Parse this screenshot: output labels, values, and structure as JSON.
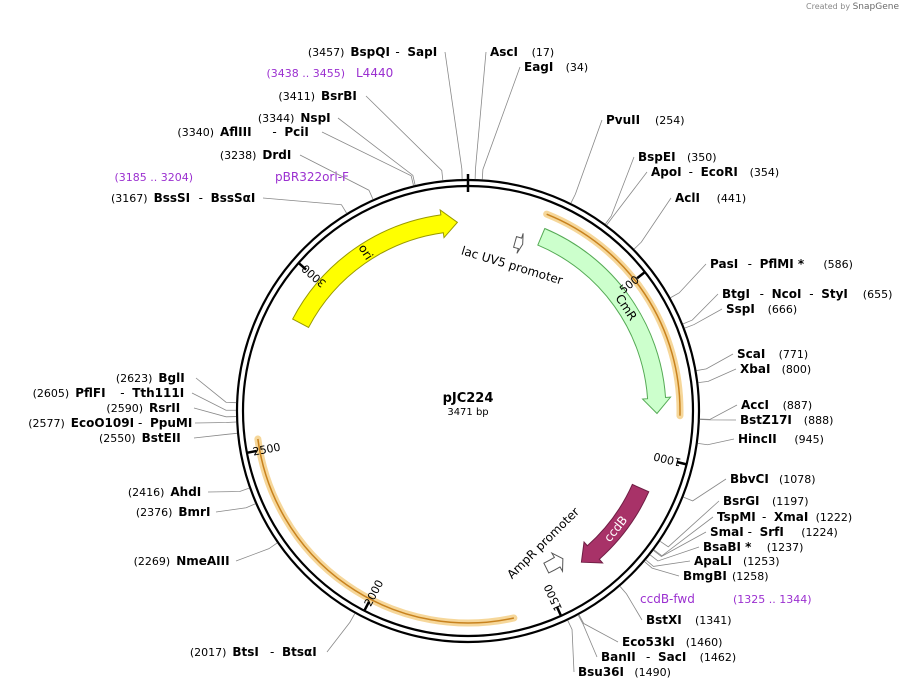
{
  "credit": {
    "prefix": "Created by",
    "brand": "SnapGene"
  },
  "plasmid": {
    "name": "pJC224",
    "length_label": "3471 bp",
    "length_bp": 3471
  },
  "ticks": [
    {
      "bp": 500,
      "label": "500"
    },
    {
      "bp": 1000,
      "label": "1000"
    },
    {
      "bp": 1500,
      "label": "1500"
    },
    {
      "bp": 2000,
      "label": "2000"
    },
    {
      "bp": 2500,
      "label": "2500"
    },
    {
      "bp": 3000,
      "label": "3000"
    }
  ],
  "features": [
    {
      "name": "CmR",
      "start": 220,
      "end": 875,
      "direction": "cw",
      "color": "#ccffcc",
      "stroke": "#55aa55",
      "label": "CmR"
    },
    {
      "name": "ccdB",
      "start": 1100,
      "end": 1380,
      "direction": "cw",
      "color": "#a83268",
      "stroke": "#6f1e44",
      "label": "ccdB"
    },
    {
      "name": "ori",
      "start": 2870,
      "end": 3440,
      "direction": "cw",
      "color": "#ffff00",
      "stroke": "#999900",
      "label": "ori"
    },
    {
      "name": "AmpR promoter",
      "start": 1420,
      "end": 1480,
      "direction": "ccw",
      "color": "#ffffff",
      "stroke": "#555555",
      "label": "AmpR promoter"
    },
    {
      "name": "lac UV5 promoter",
      "start": 150,
      "end": 175,
      "direction": "cw",
      "color": "#ffffff",
      "stroke": "#555555",
      "label": "lac UV5 promoter"
    }
  ],
  "highlight_arcs": [
    {
      "start": 210,
      "end": 880
    },
    {
      "start": 1615,
      "end": 2530
    }
  ],
  "primers": [
    {
      "name": "L4440",
      "range": "(3438 .. 3455)"
    },
    {
      "name": "pBR322ori-F",
      "range": "(3185 .. 3204)"
    },
    {
      "name": "ccdB-fwd",
      "range": "(1325 .. 1344)"
    }
  ],
  "enzymes_right": [
    {
      "names": [
        "AscI"
      ],
      "pos": "(17)"
    },
    {
      "names": [
        "EagI"
      ],
      "pos": "(34)"
    },
    {
      "names": [
        "PvuII"
      ],
      "pos": "(254)"
    },
    {
      "names": [
        "BspEI"
      ],
      "pos": "(350)"
    },
    {
      "names": [
        "ApoI",
        "EcoRI"
      ],
      "pos": "(354)"
    },
    {
      "names": [
        "AclI"
      ],
      "pos": "(441)"
    },
    {
      "names": [
        "PasI",
        "PflMI *"
      ],
      "pos": "(586)"
    },
    {
      "names": [
        "BtgI",
        "NcoI",
        "StyI"
      ],
      "pos": "(655)"
    },
    {
      "names": [
        "SspI"
      ],
      "pos": "(666)"
    },
    {
      "names": [
        "ScaI"
      ],
      "pos": "(771)"
    },
    {
      "names": [
        "XbaI"
      ],
      "pos": "(800)"
    },
    {
      "names": [
        "AccI"
      ],
      "pos": "(887)"
    },
    {
      "names": [
        "BstZ17I"
      ],
      "pos": "(888)"
    },
    {
      "names": [
        "HincII"
      ],
      "pos": "(945)"
    },
    {
      "names": [
        "BbvCI"
      ],
      "pos": "(1078)"
    },
    {
      "names": [
        "BsrGI"
      ],
      "pos": "(1197)"
    },
    {
      "names": [
        "TspMI",
        "XmaI"
      ],
      "pos": "(1222)"
    },
    {
      "names": [
        "SmaI",
        "SrfI"
      ],
      "pos": "(1224)"
    },
    {
      "names": [
        "BsaBI *"
      ],
      "pos": "(1237)"
    },
    {
      "names": [
        "ApaLI"
      ],
      "pos": "(1253)"
    },
    {
      "names": [
        "BmgBI"
      ],
      "pos": "(1258)"
    },
    {
      "names": [
        "BstXI"
      ],
      "pos": "(1341)"
    },
    {
      "names": [
        "Eco53kI"
      ],
      "pos": "(1460)"
    },
    {
      "names": [
        "BanII",
        "SacI"
      ],
      "pos": "(1462)"
    },
    {
      "names": [
        "Bsu36I"
      ],
      "pos": "(1490)"
    }
  ],
  "enzymes_left": [
    {
      "names": [
        "BspQI",
        "SapI"
      ],
      "pos": "(3457)"
    },
    {
      "names": [
        "BsrBI"
      ],
      "pos": "(3411)"
    },
    {
      "names": [
        "NspI"
      ],
      "pos": "(3344)"
    },
    {
      "names": [
        "AflIII",
        "PciI"
      ],
      "pos": "(3340)"
    },
    {
      "names": [
        "DrdI"
      ],
      "pos": "(3238)"
    },
    {
      "names": [
        "BssSI",
        "BssSαI"
      ],
      "pos": "(3167)"
    },
    {
      "names": [
        "BglI"
      ],
      "pos": "(2623)"
    },
    {
      "names": [
        "PflFI",
        "Tth111I"
      ],
      "pos": "(2605)"
    },
    {
      "names": [
        "RsrII"
      ],
      "pos": "(2590)"
    },
    {
      "names": [
        "EcoO109I",
        "PpuMI"
      ],
      "pos": "(2577)"
    },
    {
      "names": [
        "BstEII"
      ],
      "pos": "(2550)"
    },
    {
      "names": [
        "AhdI"
      ],
      "pos": "(2416)"
    },
    {
      "names": [
        "BmrI"
      ],
      "pos": "(2376)"
    },
    {
      "names": [
        "NmeAIII"
      ],
      "pos": "(2269)"
    },
    {
      "names": [
        "BtsI",
        "BtsαI"
      ],
      "pos": "(2017)"
    }
  ]
}
